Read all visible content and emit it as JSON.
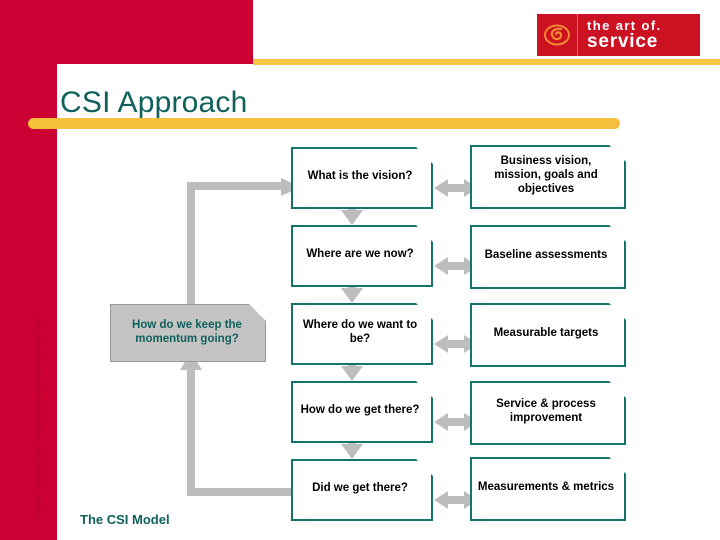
{
  "slide": {
    "title": "CSI Approach",
    "caption": "The CSI Model",
    "copyright": "© Osiar Copyright 2007 Reproduced under licence from Osiar"
  },
  "logo": {
    "line1": "the art of.",
    "line2": "service",
    "mark": "swirl-icon",
    "background": "#CC1122"
  },
  "colors": {
    "red": "#CC0033",
    "yellow": "#F7C03C",
    "teal": "#10605C",
    "box_border": "#14736C",
    "gray": "#BDBDBD"
  },
  "diagram": {
    "question_boxes": [
      {
        "label": "What is the vision?"
      },
      {
        "label": "Where are we now?"
      },
      {
        "label": "Where do we want to be?"
      },
      {
        "label": "How do we get there?"
      },
      {
        "label": "Did we get there?"
      }
    ],
    "answer_boxes": [
      {
        "label": "Business vision, mission, goals and objectives"
      },
      {
        "label": "Baseline assessments"
      },
      {
        "label": "Measurable targets"
      },
      {
        "label": "Service & process improvement"
      },
      {
        "label": "Measurements & metrics"
      }
    ],
    "momentum_box": {
      "label": "How do we keep the momentum going?"
    }
  }
}
